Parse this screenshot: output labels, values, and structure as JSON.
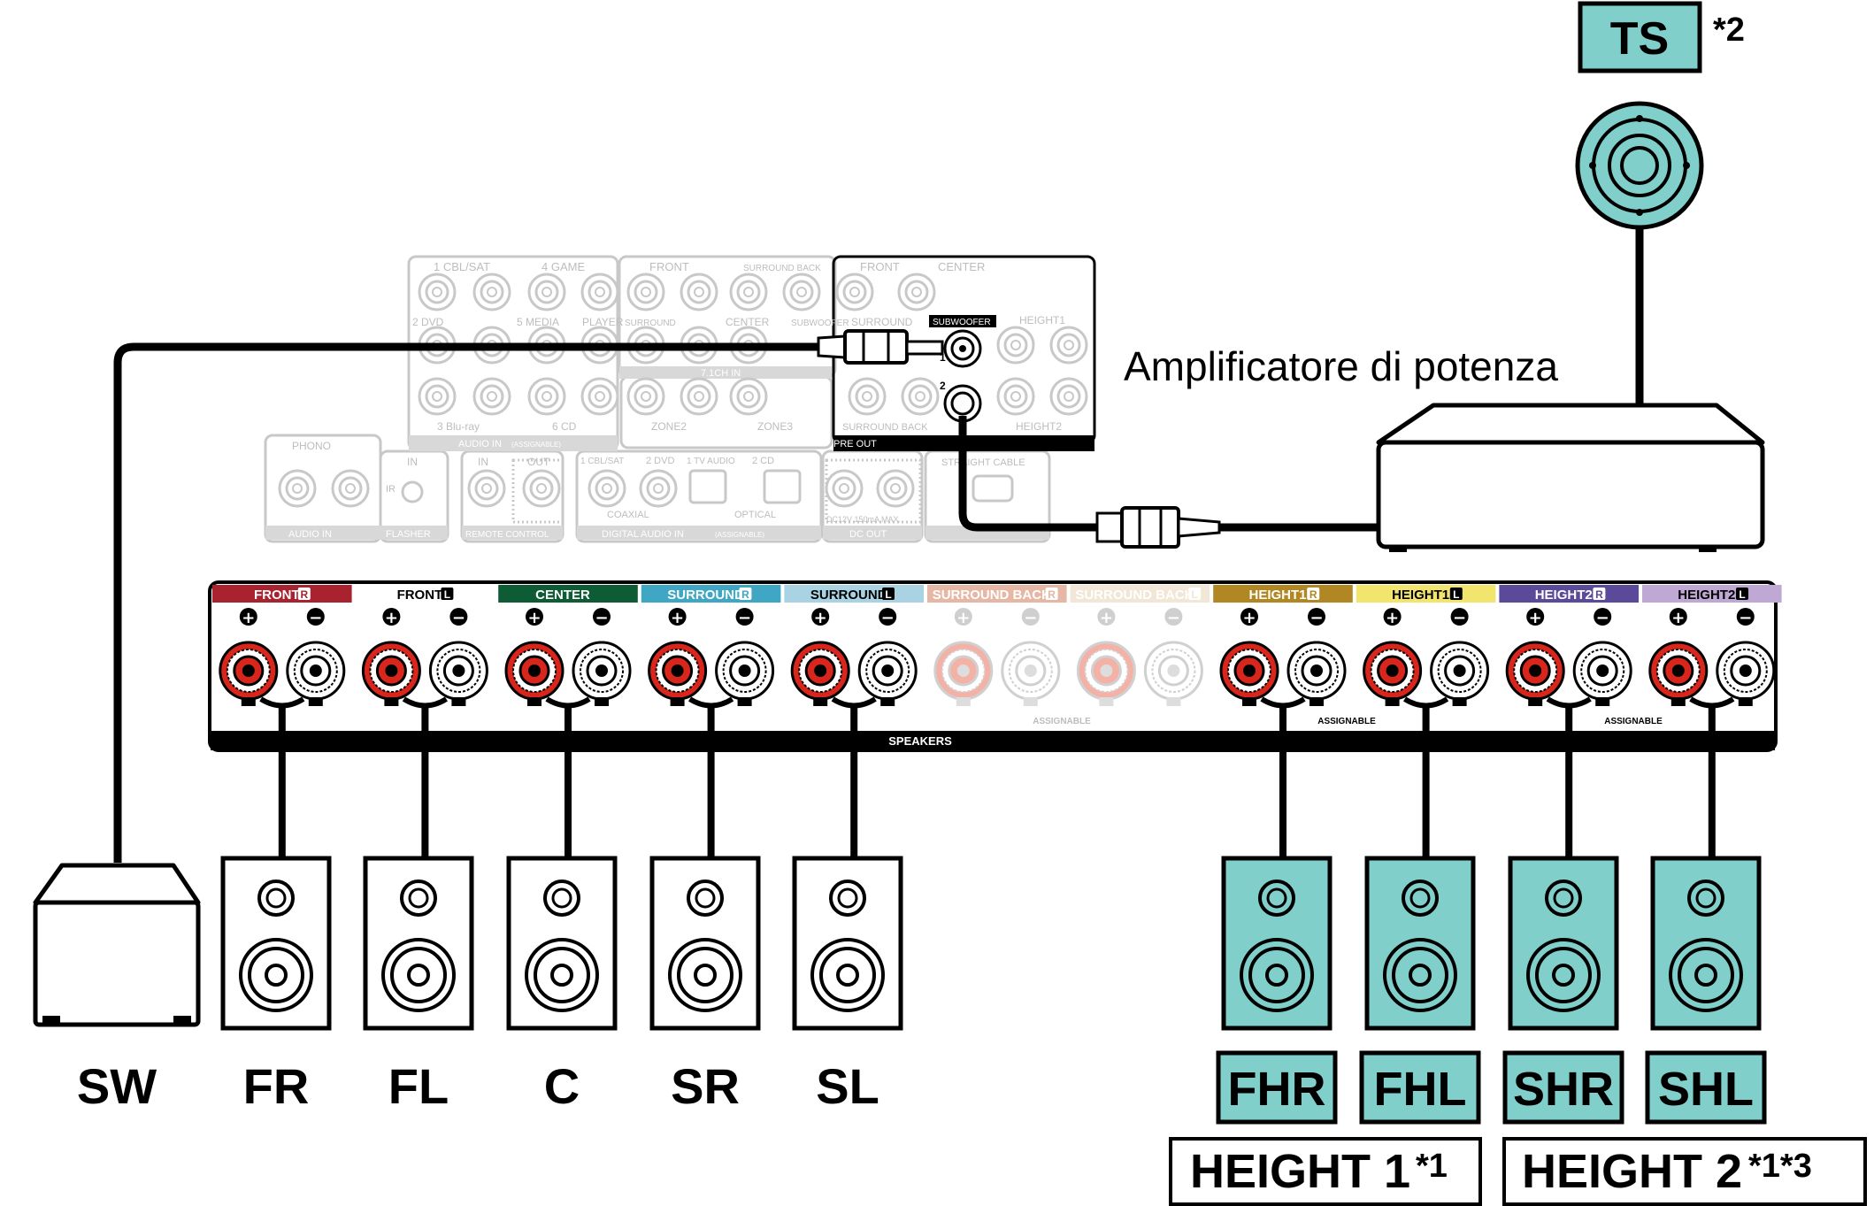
{
  "ts_label": "TS",
  "ts_note": "*2",
  "amp_label": "Amplificatore di potenza",
  "panel": {
    "top_row": [
      "1 CBL/SAT",
      "4 GAME",
      "FRONT",
      "SURROUND BACK",
      "FRONT",
      "CENTER"
    ],
    "mid_row": [
      "2 DVD",
      "5 MEDIA",
      "PLAYER",
      "SURROUND",
      "CENTER",
      "SUBWOOFER",
      "SURROUND",
      "HEIGHT1"
    ],
    "subwoofer_tag": "SUBWOOFER",
    "sub_num_1": "1",
    "sub_num_2": "2",
    "row3": [
      "3 Blu-ray",
      "6 CD",
      "ZONE2",
      "ZONE3",
      "SURROUND BACK",
      "HEIGHT2"
    ],
    "audio_in_assignable": "AUDIO IN",
    "assignable_small": "(ASSIGNABLE)",
    "ch71_in": "7.1CH IN",
    "pre_out": "PRE OUT",
    "phono": "PHONO",
    "audio_in": "AUDIO IN",
    "flasher_in": "IN",
    "ir": "IR",
    "flasher": "FLASHER",
    "rc_in": "IN",
    "rc_out": "OUT",
    "remote_control": "REMOTE CONTROL",
    "digital_top": [
      "1 CBL/SAT",
      "2 DVD",
      "1 TV AUDIO",
      "2 CD"
    ],
    "coaxial": "COAXIAL",
    "optical": "OPTICAL",
    "digital_audio_in": "DIGITAL AUDIO IN",
    "dc_spec": "DC12V 150mA MAX.",
    "dc_out": "DC OUT",
    "straight_cable": "STRAIGHT CABLE"
  },
  "terminals": [
    {
      "name": "FRONT",
      "side": "R",
      "color": "#a8232f",
      "text_color": "#ffffff"
    },
    {
      "name": "FRONT",
      "side": "L",
      "color": "#ffffff",
      "text_color": "#000000"
    },
    {
      "name": "CENTER",
      "side": "",
      "color": "#0e5c36",
      "text_color": "#ffffff"
    },
    {
      "name": "SURROUND",
      "side": "R",
      "color": "#3fa7c4",
      "text_color": "#ffffff"
    },
    {
      "name": "SURROUND",
      "side": "L",
      "color": "#a9d3e3",
      "text_color": "#000000"
    },
    {
      "name": "SURROUND BACK",
      "side": "R",
      "color": "#e7b7a6",
      "text_color": "#ffffff"
    },
    {
      "name": "SURROUND BACK",
      "side": "L",
      "color": "#f2e6d6",
      "text_color": "#ffffff"
    },
    {
      "name": "HEIGHT1",
      "side": "R",
      "color": "#b08722",
      "text_color": "#ffffff"
    },
    {
      "name": "HEIGHT1",
      "side": "L",
      "color": "#f2e56d",
      "text_color": "#000000"
    },
    {
      "name": "HEIGHT2",
      "side": "R",
      "color": "#5b4a9a",
      "text_color": "#ffffff"
    },
    {
      "name": "HEIGHT2",
      "side": "L",
      "color": "#bfa8d4",
      "text_color": "#000000"
    }
  ],
  "speakers_bar": "SPEAKERS",
  "assignable": "ASSIGNABLE",
  "speakers": [
    "SW",
    "FR",
    "FL",
    "C",
    "SR",
    "SL"
  ],
  "height_speakers": [
    "FHR",
    "FHL",
    "SHR",
    "SHL"
  ],
  "height1_label": "HEIGHT 1",
  "height1_note": "*1",
  "height2_label": "HEIGHT 2",
  "height2_note": "*1*3",
  "colors": {
    "teal": "#80cfcb",
    "red": "#d9261c",
    "faded": "#c8c8c8",
    "line": "#000000"
  }
}
